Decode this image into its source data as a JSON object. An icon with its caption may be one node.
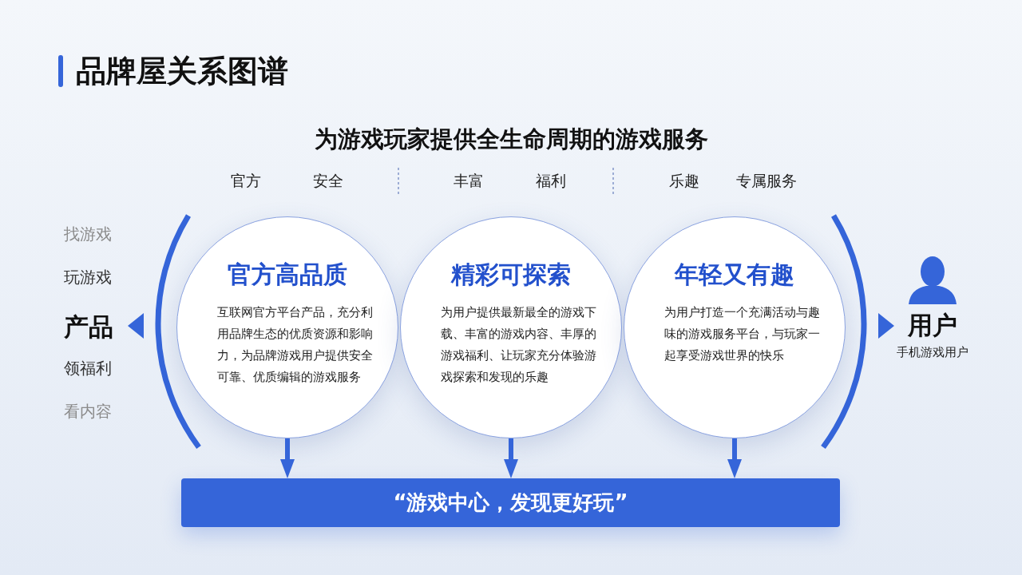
{
  "diagram": {
    "title": "品牌屋关系图谱",
    "nodes": [
      {
        "text": [
          "官方高品质",
          "互联网官方平台产品，充分利用品牌生态的优质资源和影响力，为品牌游戏用户提供安全可靠、优质编辑的游戏服务"
        ]
      },
      {
        "text": [
          "精彩可探索",
          "为用户提供最新最全的游戏下载、丰富的游戏内容、丰厚的游戏福利、让玩家充分体验游戏探索和发现的乐趣"
        ]
      },
      {
        "text": [
          "年轻又有趣",
          "为用户打造一个充满活动与趣味的游戏服务平台，与玩家一起享受游戏世界的快乐"
        ]
      },
      {
        "text": [
          "“游戏中心，发现更好玩”"
        ]
      }
    ],
    "edges": [
      {
        "from": 0,
        "to": 3,
        "arrow": "to"
      },
      {
        "from": 1,
        "to": 3,
        "arrow": "to"
      },
      {
        "from": 2,
        "to": 3,
        "arrow": "to"
      }
    ],
    "labels": [
      "为游戏玩家提供全生命周期的游戏服务",
      "官方",
      "安全",
      "丰富",
      "福利",
      "乐趣",
      "专属服务",
      "找游戏",
      "玩游戏",
      "产品",
      "领福利",
      "看内容",
      "用户",
      "手机游戏用户"
    ]
  }
}
